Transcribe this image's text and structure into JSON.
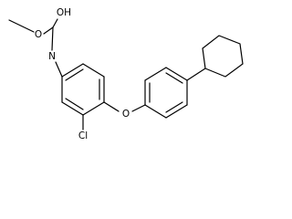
{
  "atoms": {
    "o_methoxy": "O",
    "oh_group": "OH",
    "nh_group": "N",
    "chlorine": "Cl",
    "o_ether": "O"
  }
}
